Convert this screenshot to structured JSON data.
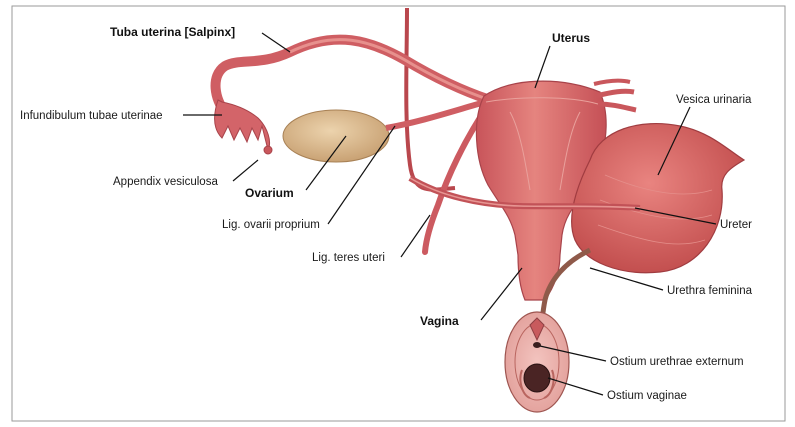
{
  "labels": {
    "tuba_uterina": "Tuba uterina [Salpinx]",
    "uterus": "Uterus",
    "infundibulum": "Infundibulum tubae uterinae",
    "vesica_urinaria": "Vesica urinaria",
    "appendix_vesiculosa": "Appendix vesiculosa",
    "ovarium": "Ovarium",
    "ureter": "Ureter",
    "lig_ovarii_proprium": "Lig. ovarii proprium",
    "lig_teres_uteri": "Lig. teres uteri",
    "urethra_feminina": "Urethra feminina",
    "vagina": "Vagina",
    "ostium_urethrae_externum": "Ostium urethrae externum",
    "ostium_vaginae": "Ostium vaginae"
  },
  "colors": {
    "tissue": "#d9666a",
    "tissue_dark": "#b24a50",
    "tissue_light": "#e89a98",
    "ovary": "#d9b98e",
    "bladder": "#d6625f",
    "frame_border": "#9a9a9a"
  }
}
